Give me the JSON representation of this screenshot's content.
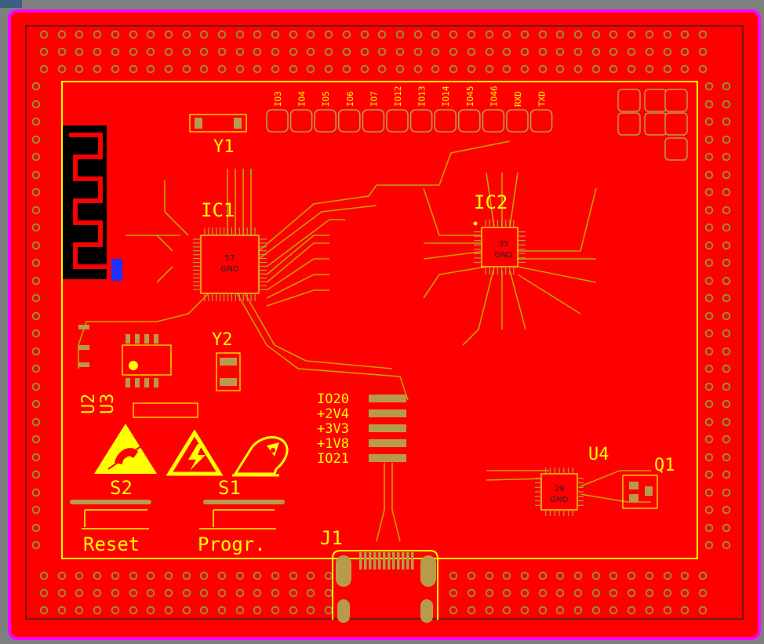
{
  "board": {
    "colors": {
      "background": "#7f7f7f",
      "copper": "#ff0000",
      "silkscreen": "#ffff00",
      "outline": "#ff00ff",
      "trace": "#c8a000",
      "pad": "#b89b4a",
      "antenna_bg": "#000000"
    }
  },
  "components": {
    "ic1": {
      "ref": "IC1",
      "pin_count": "57",
      "net": "GND"
    },
    "ic2": {
      "ref": "IC2",
      "pin_count": "33",
      "net": "GND"
    },
    "u4": {
      "ref": "U4",
      "pin_count": "29",
      "net": "GND"
    },
    "y1": {
      "ref": "Y1"
    },
    "y2": {
      "ref": "Y2"
    },
    "u2": {
      "ref": "U2"
    },
    "u3": {
      "ref": "U3"
    },
    "q1": {
      "ref": "Q1"
    },
    "j1": {
      "ref": "J1"
    },
    "s1": {
      "ref": "S1",
      "label": "Progr."
    },
    "s2": {
      "ref": "S2",
      "label": "Reset"
    }
  },
  "header_pins": [
    "IO3",
    "IO4",
    "IO5",
    "IO6",
    "IO7",
    "IO12",
    "IO13",
    "IO14",
    "IO45",
    "IO46",
    "RXD",
    "TXD"
  ],
  "power_pins": [
    "IO20",
    "+2V4",
    "+3V3",
    "+1V8",
    "IO21"
  ],
  "icons": [
    "esd-warning-icon",
    "high-voltage-icon",
    "bird-logo-icon"
  ]
}
